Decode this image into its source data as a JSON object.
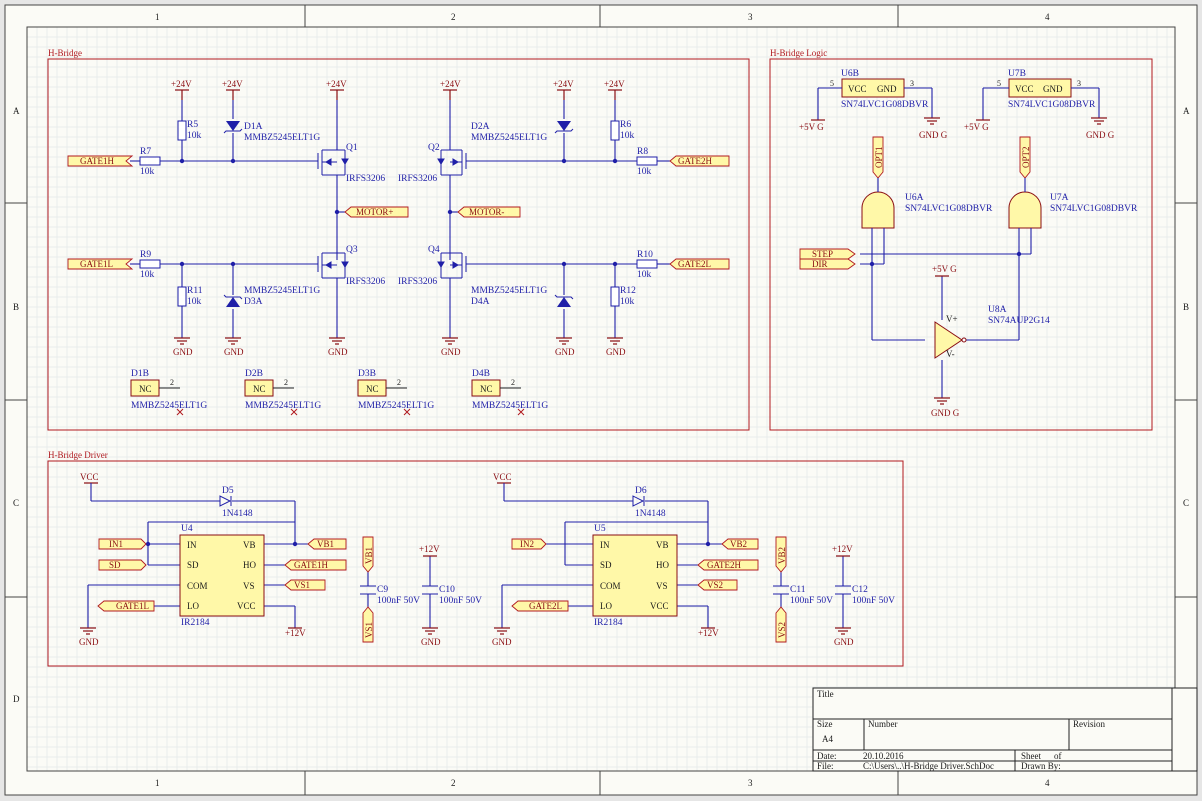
{
  "frame": {
    "columns": [
      "1",
      "2",
      "3",
      "4"
    ],
    "rows": [
      "A",
      "B",
      "C",
      "D"
    ]
  },
  "sections": {
    "hbridge": "H-Bridge",
    "logic": "H-Bridge Logic",
    "driver": "H-Bridge Driver"
  },
  "hbridge": {
    "rails": {
      "p24": "+24V",
      "gnd": "GND"
    },
    "resistors": {
      "R5": {
        "ref": "R5",
        "val": "10k"
      },
      "R6": {
        "ref": "R6",
        "val": "10k"
      },
      "R7": {
        "ref": "R7",
        "val": "10k"
      },
      "R8": {
        "ref": "R8",
        "val": "10k"
      },
      "R9": {
        "ref": "R9",
        "val": "10k"
      },
      "R10": {
        "ref": "R10",
        "val": "10k"
      },
      "R11": {
        "ref": "R11",
        "val": "10k"
      },
      "R12": {
        "ref": "R12",
        "val": "10k"
      }
    },
    "diodes": {
      "D1A": {
        "ref": "D1A",
        "part": "MMBZ5245ELT1G"
      },
      "D2A": {
        "ref": "D2A",
        "part": "MMBZ5245ELT1G"
      },
      "D3A": {
        "ref": "D3A",
        "part": "MMBZ5245ELT1G"
      },
      "D4A": {
        "ref": "D4A",
        "part": "MMBZ5245ELT1G"
      }
    },
    "mosfets": {
      "Q1": {
        "ref": "Q1",
        "part": "IRFS3206"
      },
      "Q2": {
        "ref": "Q2",
        "part": "IRFS3206"
      },
      "Q3": {
        "ref": "Q3",
        "part": "IRFS3206"
      },
      "Q4": {
        "ref": "Q4",
        "part": "IRFS3206"
      }
    },
    "ports": {
      "gate1h": "GATE1H",
      "gate2h": "GATE2H",
      "gate1l": "GATE1L",
      "gate2l": "GATE2L",
      "motorp": "MOTOR+",
      "motorn": "MOTOR-"
    },
    "nc_parts": [
      {
        "ref": "D1B",
        "nc": "NC",
        "part": "MMBZ5245ELT1G",
        "pin": "2"
      },
      {
        "ref": "D2B",
        "nc": "NC",
        "part": "MMBZ5245ELT1G",
        "pin": "2"
      },
      {
        "ref": "D3B",
        "nc": "NC",
        "part": "MMBZ5245ELT1G",
        "pin": "2"
      },
      {
        "ref": "D4B",
        "nc": "NC",
        "part": "MMBZ5245ELT1G",
        "pin": "2"
      }
    ]
  },
  "logic": {
    "u6b": {
      "ref": "U6B",
      "vcc": "VCC",
      "gnd": "GND",
      "part": "SN74LVC1G08DBVR",
      "p5": "5",
      "p3": "3"
    },
    "u7b": {
      "ref": "U7B",
      "vcc": "VCC",
      "gnd": "GND",
      "part": "SN74LVC1G08DBVR",
      "p5": "5",
      "p3": "3"
    },
    "u6a": {
      "ref": "U6A",
      "part": "SN74LVC1G08DBVR"
    },
    "u7a": {
      "ref": "U7A",
      "part": "SN74LVC1G08DBVR"
    },
    "u8a": {
      "ref": "U8A",
      "part": "SN74AUP2G14",
      "vplus": "V+",
      "vminus": "V-"
    },
    "rails": {
      "p5g": "+5V G",
      "gndg": "GND G"
    },
    "ports": {
      "opt1": "OPT1",
      "opt2": "OPT2",
      "step": "STEP",
      "dir": "DIR"
    }
  },
  "driver": {
    "vcc": "VCC",
    "d5": {
      "ref": "D5",
      "part": "1N4148"
    },
    "d6": {
      "ref": "D6",
      "part": "1N4148"
    },
    "u4": {
      "ref": "U4",
      "part": "IR2184",
      "pins": {
        "in": "IN",
        "sd": "SD",
        "com": "COM",
        "lo": "LO",
        "vb": "VB",
        "ho": "HO",
        "vs": "VS",
        "vcc": "VCC"
      }
    },
    "u5": {
      "ref": "U5",
      "part": "IR2184",
      "pins": {
        "in": "IN",
        "sd": "SD",
        "com": "COM",
        "lo": "LO",
        "vb": "VB",
        "ho": "HO",
        "vs": "VS",
        "vcc": "VCC"
      }
    },
    "caps": {
      "C9": {
        "ref": "C9",
        "val": "100nF 50V"
      },
      "C10": {
        "ref": "C10",
        "val": "100nF 50V"
      },
      "C11": {
        "ref": "C11",
        "val": "100nF 50V"
      },
      "C12": {
        "ref": "C12",
        "val": "100nF 50V"
      }
    },
    "rails": {
      "p12": "+12V",
      "gnd": "GND"
    },
    "ports": {
      "in1": "IN1",
      "sd": "SD",
      "in2": "IN2",
      "vb1": "VB1",
      "vs1": "VS1",
      "vb2": "VB2",
      "vs2": "VS2",
      "gate1h": "GATE1H",
      "gate1l": "GATE1L",
      "gate2h": "GATE2H",
      "gate2l": "GATE2L"
    }
  },
  "title_block": {
    "title": "Title",
    "size_label": "Size",
    "size": "A4",
    "number_label": "Number",
    "revision_label": "Revision",
    "date_label": "Date:",
    "date": "20.10.2016",
    "sheet_label": "Sheet",
    "of_label": "of",
    "file_label": "File:",
    "file": "C:\\Users\\..\\H-Bridge Driver.SchDoc",
    "drawn_label": "Drawn By:"
  },
  "colors": {
    "wire": "#1f1fa8",
    "frame": "#b0191f",
    "port_fill": "#fff8a8",
    "power": "#8a0d12"
  }
}
